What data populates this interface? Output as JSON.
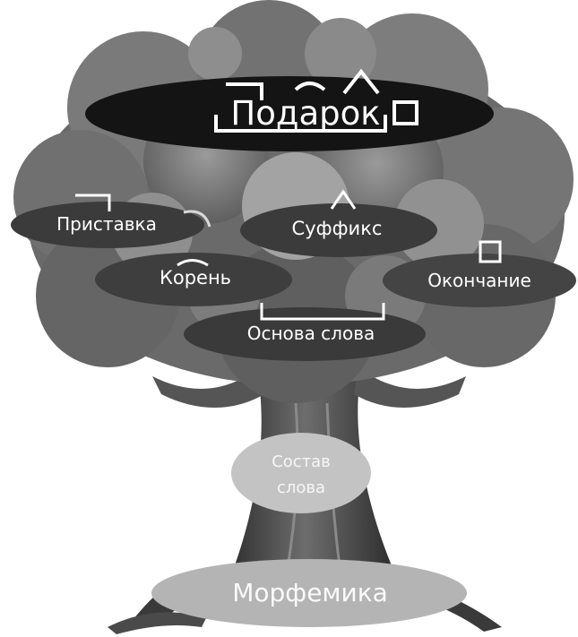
{
  "diagram": {
    "word": "Подарок",
    "prefix": "Приставка",
    "suffix": "Суффикс",
    "root": "Корень",
    "ending": "Окончание",
    "stem": "Основа слова",
    "composition_line1": "Состав",
    "composition_line2": "слова",
    "base": "Морфемика"
  }
}
